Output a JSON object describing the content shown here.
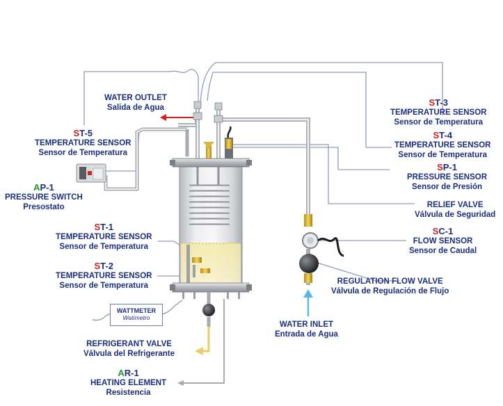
{
  "colors": {
    "label_navy": "#1b2f7a",
    "tag_red": "#d21f1f",
    "tag_green": "#1f9a2f",
    "signal_line": "#8d9ac4",
    "pipe_grey": "#b9bcc2",
    "water_outlet_red": "#d21f1f",
    "refrigerant_yellow": "#e4cf6a",
    "water_inlet_blue": "#58b7e8"
  },
  "labels": {
    "water_outlet": {
      "en": "WATER OUTLET",
      "es": "Salida de Agua"
    },
    "st5": {
      "tag_letter": "S",
      "tag_rest": "T-5",
      "en": "TEMPERATURE SENSOR",
      "es": "Sensor de Temperatura"
    },
    "ap1": {
      "tag_letter": "A",
      "tag_rest": "P-1",
      "en": "PRESSURE SWITCH",
      "es": "Presostato"
    },
    "st3": {
      "tag_letter": "S",
      "tag_rest": "T-3",
      "en": "TEMPERATURE SENSOR",
      "es": "Sensor de Temperatura"
    },
    "st4": {
      "tag_letter": "S",
      "tag_rest": "T-4",
      "en": "TEMPERATURE SENSOR",
      "es": "Sensor de Temperatura"
    },
    "sp1": {
      "tag_letter": "S",
      "tag_rest": "P-1",
      "en": "PRESSURE SENSOR",
      "es": "Sensor de Presión"
    },
    "relief": {
      "en": "RELIEF VALVE",
      "es": "Válvula de Seguridad"
    },
    "sc1": {
      "tag_letter": "S",
      "tag_rest": "C-1",
      "en": "FLOW SENSOR",
      "es": "Sensor de Caudal"
    },
    "st1": {
      "tag_letter": "S",
      "tag_rest": "T-1",
      "en": "TEMPERATURE SENSOR",
      "es": "Sensor de Temperatura"
    },
    "st2": {
      "tag_letter": "S",
      "tag_rest": "T-2",
      "en": "TEMPERATURE SENSOR",
      "es": "Sensor de Temperatura"
    },
    "regvalve": {
      "en": "REGULATION FLOW VALVE",
      "es": "Válvula de Regulación de Flujo"
    },
    "wattmeter": {
      "en": "WATTMETER",
      "es": "Watímetro"
    },
    "water_inlet": {
      "en": "WATER INLET",
      "es": "Entrada de Agua"
    },
    "refrig": {
      "en": "REFRIGERANT VALVE",
      "es": "Válvula del Refrigerante"
    },
    "ar1": {
      "tag_letter": "A",
      "tag_rest": "R-1",
      "en": "HEATING ELEMENT",
      "es": "Resistencia"
    }
  }
}
